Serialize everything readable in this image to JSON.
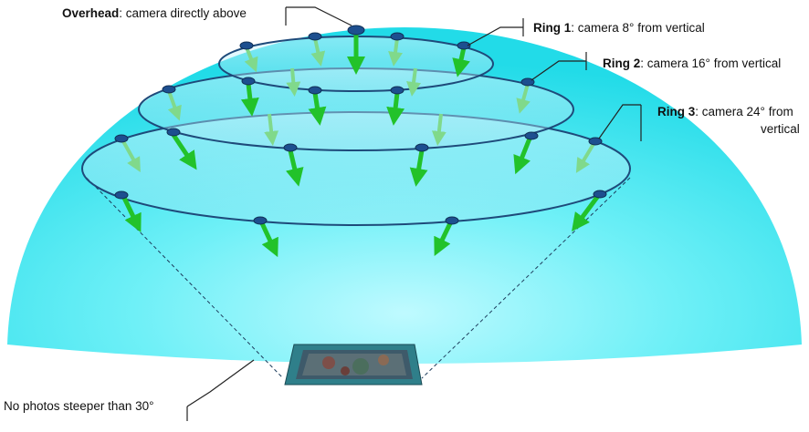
{
  "labels": {
    "overhead": {
      "title": "Overhead",
      "text": ": camera directly above"
    },
    "ring1": {
      "title": "Ring 1",
      "text": ": camera 8° from vertical"
    },
    "ring2": {
      "title": "Ring 2",
      "text": ": camera 16° from vertical"
    },
    "ring3": {
      "title": "Ring 3",
      "text": ": camera 24° from",
      "text2": "vertical"
    },
    "limit": {
      "text": "No photos steeper than 30°"
    }
  },
  "colors": {
    "dome": "#2fe3ee",
    "dome_light": "#bffaff",
    "ring_line": "#1e4a7a",
    "camera": "#1d4f8f",
    "arrow": "#22c22a",
    "arrow_far": "#7fd88a",
    "leader": "#222222"
  },
  "icons": [
    "camera-marker-icon",
    "view-direction-arrow-icon",
    "sample-specimen-image"
  ]
}
